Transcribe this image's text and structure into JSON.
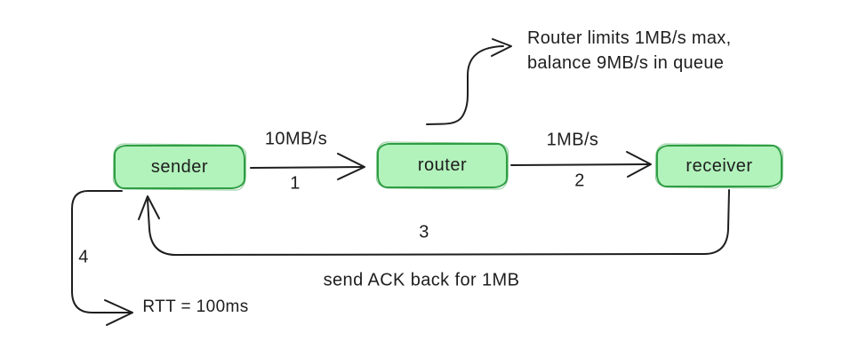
{
  "diagram": {
    "colors": {
      "ink": "#1e1e1e",
      "node_fill": "#b2f2bb",
      "node_stroke": "#2f9e44",
      "background": "#ffffff"
    },
    "nodes": {
      "sender": {
        "label": "sender"
      },
      "router": {
        "label": "router"
      },
      "receiver": {
        "label": "receiver"
      }
    },
    "edges": {
      "sender_to_router": {
        "rate_label": "10MB/s",
        "step_label": "1"
      },
      "router_to_receiver": {
        "rate_label": "1MB/s",
        "step_label": "2"
      },
      "ack_return": {
        "step_label": "3",
        "caption": "send ACK back for 1MB"
      },
      "rtt_loop": {
        "step_label": "4",
        "caption": "RTT = 100ms"
      }
    },
    "notes": {
      "router_note": {
        "line1": "Router limits 1MB/s max,",
        "line2": "balance 9MB/s in queue"
      }
    }
  }
}
